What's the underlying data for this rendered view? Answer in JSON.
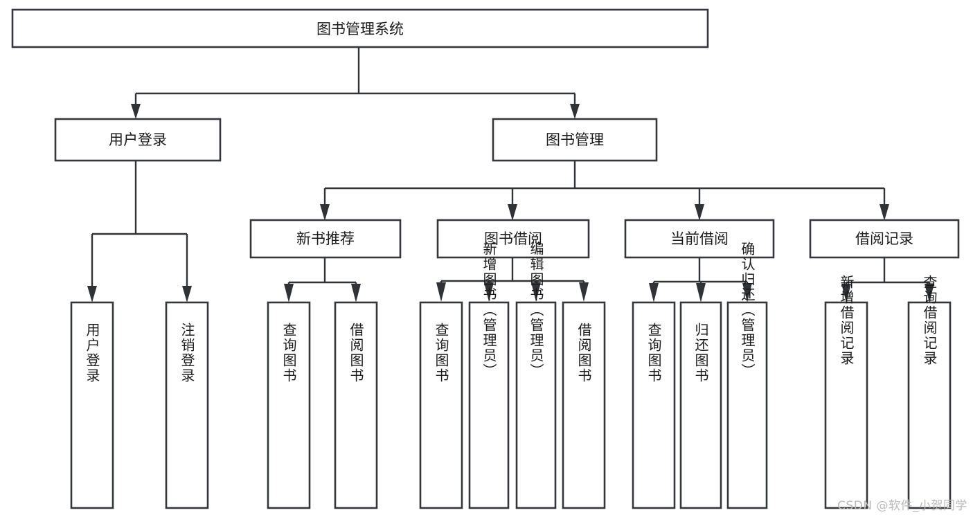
{
  "diagram": {
    "type": "tree",
    "title": "图书管理系统",
    "orientation": "top-down",
    "watermark": "CSDN @软件_小贺同学",
    "colors": {
      "background": "#ffffff",
      "box_fill": "#ffffff",
      "box_stroke": "#33373b",
      "connector": "#2f3337",
      "text": "#1b1b1b",
      "watermark": "#b9b9b9"
    },
    "levels": {
      "root": 0,
      "modules": 1,
      "submodules": 2,
      "functions": 3
    },
    "nodes": {
      "root": {
        "id": "root",
        "label": "图书管理系统",
        "level": 0,
        "orientation": "horizontal"
      },
      "user_login": {
        "id": "user_login",
        "label": "用户登录",
        "level": 1,
        "orientation": "horizontal"
      },
      "book_manage": {
        "id": "book_manage",
        "label": "图书管理",
        "level": 1,
        "orientation": "horizontal"
      },
      "new_book_rec": {
        "id": "new_book_rec",
        "label": "新书推荐",
        "level": 2,
        "orientation": "horizontal"
      },
      "book_borrow": {
        "id": "book_borrow",
        "label": "图书借阅",
        "level": 2,
        "orientation": "horizontal"
      },
      "current_borrow": {
        "id": "current_borrow",
        "label": "当前借阅",
        "level": 2,
        "orientation": "horizontal"
      },
      "borrow_record": {
        "id": "borrow_record",
        "label": "借阅记录",
        "level": 2,
        "orientation": "horizontal"
      },
      "leaf_user_login": {
        "id": "leaf_user_login",
        "label": "用户登录",
        "level": 3,
        "orientation": "vertical"
      },
      "leaf_logout": {
        "id": "leaf_logout",
        "label": "注销登录",
        "level": 3,
        "orientation": "vertical"
      },
      "leaf_query_book_1": {
        "id": "leaf_query_book_1",
        "label": "查询图书",
        "level": 3,
        "orientation": "vertical"
      },
      "leaf_borrow_book_1": {
        "id": "leaf_borrow_book_1",
        "label": "借阅图书",
        "level": 3,
        "orientation": "vertical"
      },
      "leaf_query_book_2": {
        "id": "leaf_query_book_2",
        "label": "查询图书",
        "level": 3,
        "orientation": "vertical"
      },
      "leaf_add_book": {
        "id": "leaf_add_book",
        "label": "新增图书（管理员）",
        "level": 3,
        "orientation": "vertical"
      },
      "leaf_edit_book": {
        "id": "leaf_edit_book",
        "label": "编辑图书（管理员）",
        "level": 3,
        "orientation": "vertical"
      },
      "leaf_borrow_book_2": {
        "id": "leaf_borrow_book_2",
        "label": "借阅图书",
        "level": 3,
        "orientation": "vertical"
      },
      "leaf_query_book_3": {
        "id": "leaf_query_book_3",
        "label": "查询图书",
        "level": 3,
        "orientation": "vertical"
      },
      "leaf_return_book": {
        "id": "leaf_return_book",
        "label": "归还图书",
        "level": 3,
        "orientation": "vertical"
      },
      "leaf_confirm_return": {
        "id": "leaf_confirm_return",
        "label": "确认归还（管理员）",
        "level": 3,
        "orientation": "vertical"
      },
      "leaf_add_record": {
        "id": "leaf_add_record",
        "label": "新增借阅记录",
        "level": 3,
        "orientation": "vertical"
      },
      "leaf_query_record": {
        "id": "leaf_query_record",
        "label": "查询借阅记录",
        "level": 3,
        "orientation": "vertical"
      }
    },
    "edges": [
      {
        "from": "root",
        "to": "user_login"
      },
      {
        "from": "root",
        "to": "book_manage"
      },
      {
        "from": "user_login",
        "to": "leaf_user_login"
      },
      {
        "from": "user_login",
        "to": "leaf_logout"
      },
      {
        "from": "book_manage",
        "to": "new_book_rec"
      },
      {
        "from": "book_manage",
        "to": "book_borrow"
      },
      {
        "from": "book_manage",
        "to": "current_borrow"
      },
      {
        "from": "book_manage",
        "to": "borrow_record"
      },
      {
        "from": "new_book_rec",
        "to": "leaf_query_book_1"
      },
      {
        "from": "new_book_rec",
        "to": "leaf_borrow_book_1"
      },
      {
        "from": "book_borrow",
        "to": "leaf_query_book_2"
      },
      {
        "from": "book_borrow",
        "to": "leaf_add_book"
      },
      {
        "from": "book_borrow",
        "to": "leaf_edit_book"
      },
      {
        "from": "book_borrow",
        "to": "leaf_borrow_book_2"
      },
      {
        "from": "current_borrow",
        "to": "leaf_query_book_3"
      },
      {
        "from": "current_borrow",
        "to": "leaf_return_book"
      },
      {
        "from": "current_borrow",
        "to": "leaf_confirm_return"
      },
      {
        "from": "borrow_record",
        "to": "leaf_add_record"
      },
      {
        "from": "borrow_record",
        "to": "leaf_query_record"
      }
    ]
  }
}
